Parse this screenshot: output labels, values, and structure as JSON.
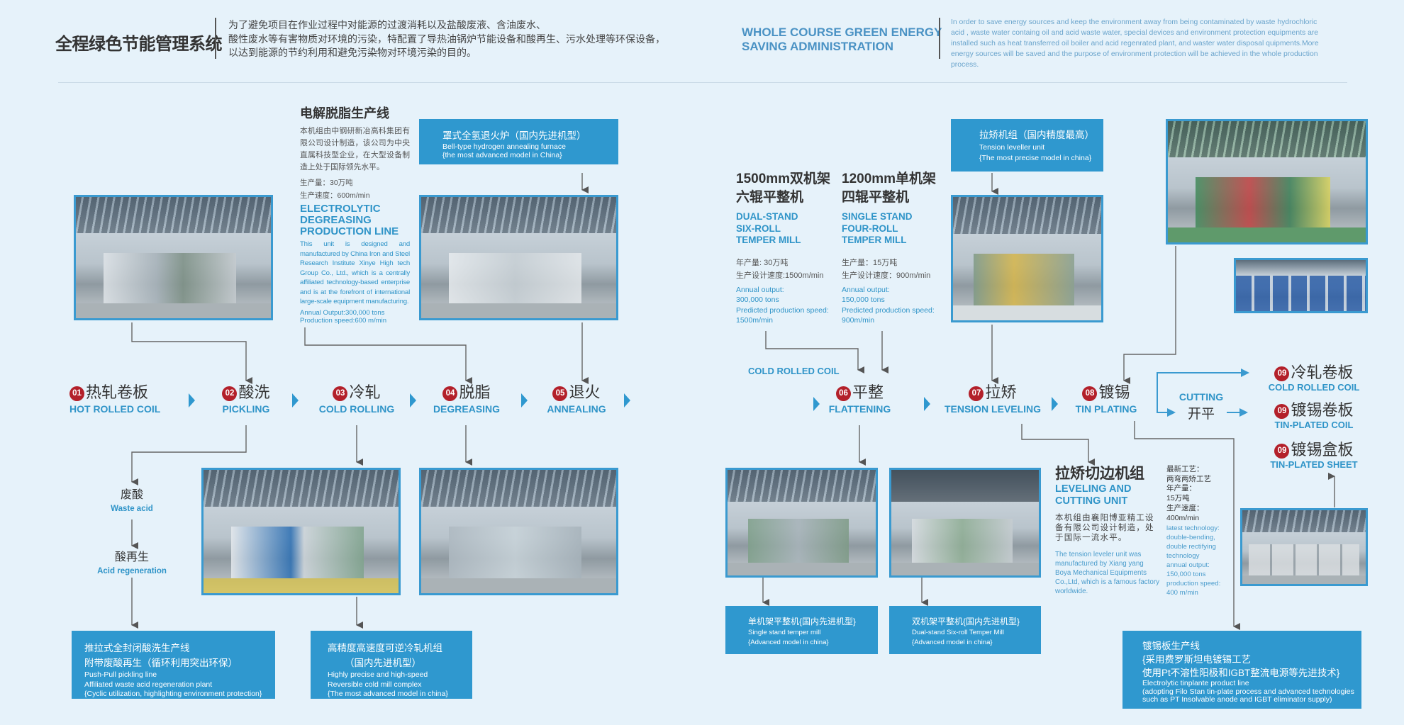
{
  "header": {
    "title_cn": "全程绿色节能管理系统",
    "desc_cn": [
      "为了避免项目在作业过程中对能源的过渡消耗以及盐酸废液、含油废水、",
      "酸性废水等有害物质对环境的污染，特配置了导热油锅炉节能设备和酸再生、污水处理等环保设备，",
      "以达到能源的节约利用和避免污染物对环境污染的目的。"
    ],
    "title_en": [
      "WHOLE COURSE GREEN ENERGY",
      "SAVING ADMINISTRATION"
    ],
    "desc_en": "In order to save energy sources and keep the environment away from being contaminated by waste hydrochloric acid , waste water containg oil and acid waste water, special devices and environment protection equipments are installed such as heat transferred oil boiler and acid regenrated plant, and waster water disposal quipments.More energy sources will be saved and the purpose of environment protection will be achieved in the whole production process."
  },
  "degreasing_line": {
    "title_cn": "电解脱脂生产线",
    "desc_cn": "本机组由中钢研新冶高科集团有限公司设计制造，该公司为中央直属科技型企业，在大型设备制造上处于国际领先水平。",
    "output_cn": "生产量：30万吨",
    "speed_cn": "生产速度：600m/min",
    "title_en": [
      "ELECTROLYTIC",
      "DEGREASING",
      "PRODUCTION LINE"
    ],
    "desc_en": "This unit is designed and manufactured by China Iron and Steel Research Institute Xinye High tech Group Co., Ltd., which is a centrally affiliated technology-based enterprise and is at the forefront of international large-scale equipment manufacturing.",
    "output_en": "Annual Output:300,000 tons",
    "speed_en": "Production speed:600 m/min"
  },
  "annealing_box": {
    "cn": "罩式全氢退火炉（国内先进机型）",
    "en": [
      "Bell-type hydrogen annealing furnace",
      "{the most advanced model in China}"
    ]
  },
  "steps": [
    {
      "num": "01",
      "cn": "热轧卷板",
      "en": "HOT ROLLED COIL"
    },
    {
      "num": "02",
      "cn": "酸洗",
      "en": "PICKLING"
    },
    {
      "num": "03",
      "cn": "冷轧",
      "en": "COLD ROLLING"
    },
    {
      "num": "04",
      "cn": "脱脂",
      "en": "DEGREASING"
    },
    {
      "num": "05",
      "cn": "退火",
      "en": "ANNEALING"
    },
    {
      "num": "06",
      "cn": "平整",
      "en": "FLATTENING"
    },
    {
      "num": "07",
      "cn": "拉矫",
      "en": "TENSION LEVELING"
    },
    {
      "num": "08",
      "cn": "镀锡",
      "en": "TIN PLATING"
    }
  ],
  "waste": {
    "waste_cn": "废酸",
    "waste_en": "Waste acid",
    "regen_cn": "酸再生",
    "regen_en": "Acid regeneration"
  },
  "pickling_box": {
    "cn": [
      "推拉式全封闭酸洗生产线",
      "附带废酸再生（循环利用突出环保）"
    ],
    "en": [
      "Push-Pull pickling line",
      "Affiliated waste acid regeneration plant",
      "{Cyclic utilization, highlighting environment protection}"
    ]
  },
  "cold_rolling_box": {
    "cn": [
      "高精度高速度可逆冷轧机组",
      "（国内先进机型）"
    ],
    "en": [
      "Highly precise and high-speed",
      "Reversible cold mill complex",
      "{The most advanced model in china}"
    ]
  },
  "temper_dual": {
    "title_cn": [
      "1500mm双机架",
      "六辊平整机"
    ],
    "title_en": [
      "DUAL-STAND",
      "SIX-ROLL",
      "TEMPER MILL"
    ],
    "spec_cn": [
      "年产量: 30万吨",
      "生产设计速度:1500m/min"
    ],
    "spec_en": [
      "Annual output:",
      "300,000 tons",
      "Predicted production speed:",
      "1500m/min"
    ]
  },
  "temper_single": {
    "title_cn": [
      "1200mm单机架",
      "四辊平整机"
    ],
    "title_en": [
      "SINGLE STAND",
      "FOUR-ROLL",
      "TEMPER MILL"
    ],
    "spec_cn": [
      "生产量：15万吨",
      "生产设计速度：900m/min"
    ],
    "spec_en": [
      "Annual output:",
      "150,000 tons",
      "Predicted production speed:",
      "900m/min"
    ]
  },
  "cold_rolled_coil_label": "COLD ROLLED COIL",
  "tension_box": {
    "cn": "拉矫机组（国内精度最高）",
    "en": [
      "Tension leveller unit",
      "{The most precise model in china}"
    ]
  },
  "cutting": {
    "en": "CUTTING",
    "cn": "开平"
  },
  "products": [
    {
      "num": "09",
      "cn": "冷轧卷板",
      "en": "COLD ROLLED COIL"
    },
    {
      "num": "09",
      "cn": "镀锡卷板",
      "en": "TIN-PLATED COIL"
    },
    {
      "num": "09",
      "cn": "镀锡盒板",
      "en": "TIN-PLATED SHEET"
    }
  ],
  "leveling_unit": {
    "title_cn": "拉矫切边机组",
    "title_en": [
      "LEVELING AND",
      "CUTTING UNIT"
    ],
    "desc_cn": "本机组由襄阳博亚精工设备有限公司设计制造，处于国际一流水平。",
    "desc_en": "The tension leveler unit was manufactured by Xiang yang Boya Mechanical Equipments Co.,Ltd, which is a famous factory worldwide.",
    "spec_cn": [
      "最新工艺：",
      "两弯两矫工艺",
      "年产量：",
      "15万吨",
      "生产速度：",
      "400m/min"
    ],
    "spec_en": [
      "latest technology:",
      "double-bending,",
      "double rectifying",
      "technology",
      "annual output:",
      "150,000 tons",
      "production speed:",
      "400 m/min"
    ]
  },
  "single_box": {
    "cn": "单机架平整机{国内先进机型}",
    "en": [
      "Single stand temper mill",
      "{Advanced model in china}"
    ]
  },
  "dual_box": {
    "cn": "双机架平整机{国内先进机型}",
    "en": [
      "Dual-stand Six-roll Temper Mill",
      "{Advanced model in china}"
    ]
  },
  "tin_box": {
    "cn": [
      "镀锡板生产线",
      "{采用费罗斯坦电镀锡工艺",
      "使用Pt不溶性阳极和IGBT整流电源等先进技术}"
    ],
    "en": [
      "Electrolytic tinplante product line",
      "(adopting Filo Stan tin-plate process and advanced technologies",
      "such as PT Insolvable anode and IGBT eliminator supply)"
    ]
  },
  "colors": {
    "background": "#e6f2fa",
    "accent_blue": "#2f98cf",
    "step_red": "#b3202a",
    "text_dark": "#333333"
  }
}
